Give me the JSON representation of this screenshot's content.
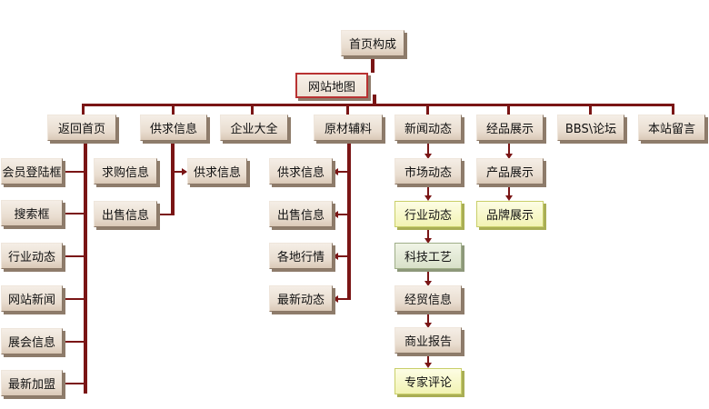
{
  "root": "首页构成",
  "sitemap": "网站地图",
  "categories": [
    {
      "label": "返回首页",
      "children": [
        "会员登陆框",
        "搜索框",
        "行业动态",
        "网站新闻",
        "展会信息",
        "最新加盟"
      ]
    },
    {
      "label": "供求信息",
      "children": [
        "求购信息",
        "出售信息"
      ],
      "side": "供求信息"
    },
    {
      "label": "企业大全",
      "children": []
    },
    {
      "label": "原材辅料",
      "children": [
        "供求信息",
        "出售信息",
        "各地行情",
        "最新动态"
      ]
    },
    {
      "label": "新闻动态",
      "children": [
        "市场动态",
        "行业动态",
        "科技工艺",
        "经贸信息",
        "商业报告",
        "专家评论"
      ]
    },
    {
      "label": "经品展示",
      "children": [
        "产品展示",
        "品牌展示"
      ]
    },
    {
      "label": "BBS\\论坛",
      "children": []
    },
    {
      "label": "本站留言",
      "children": []
    }
  ],
  "colors": {
    "line": "#7a1515",
    "box_brown": "#e9ddd0",
    "box_yellow": "#f2f3b4",
    "box_green": "#d9e1c9",
    "box_red_border": "#b83232"
  }
}
